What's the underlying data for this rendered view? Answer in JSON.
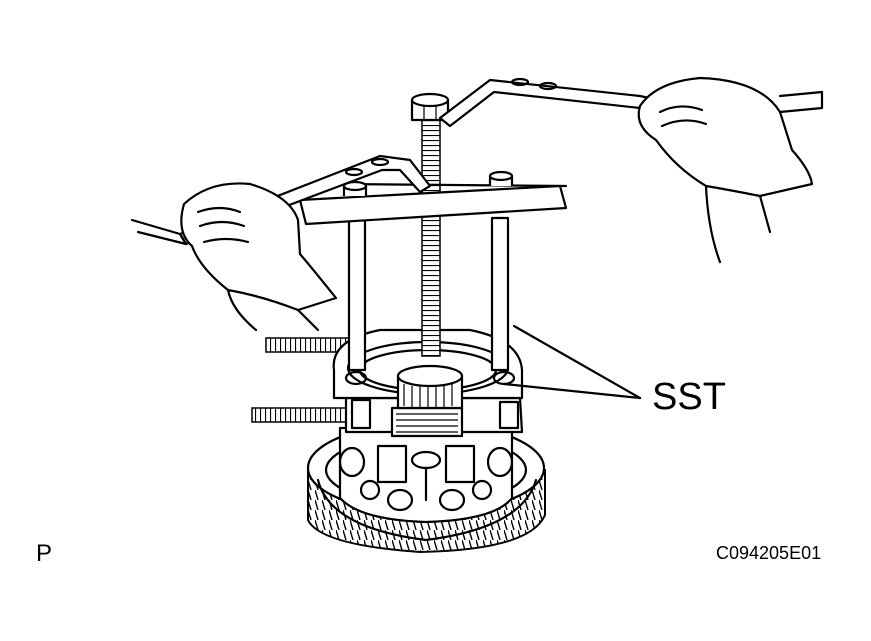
{
  "figure": {
    "callout_label": "SST",
    "corner_mark": "P",
    "figure_code": "C094205E01"
  }
}
